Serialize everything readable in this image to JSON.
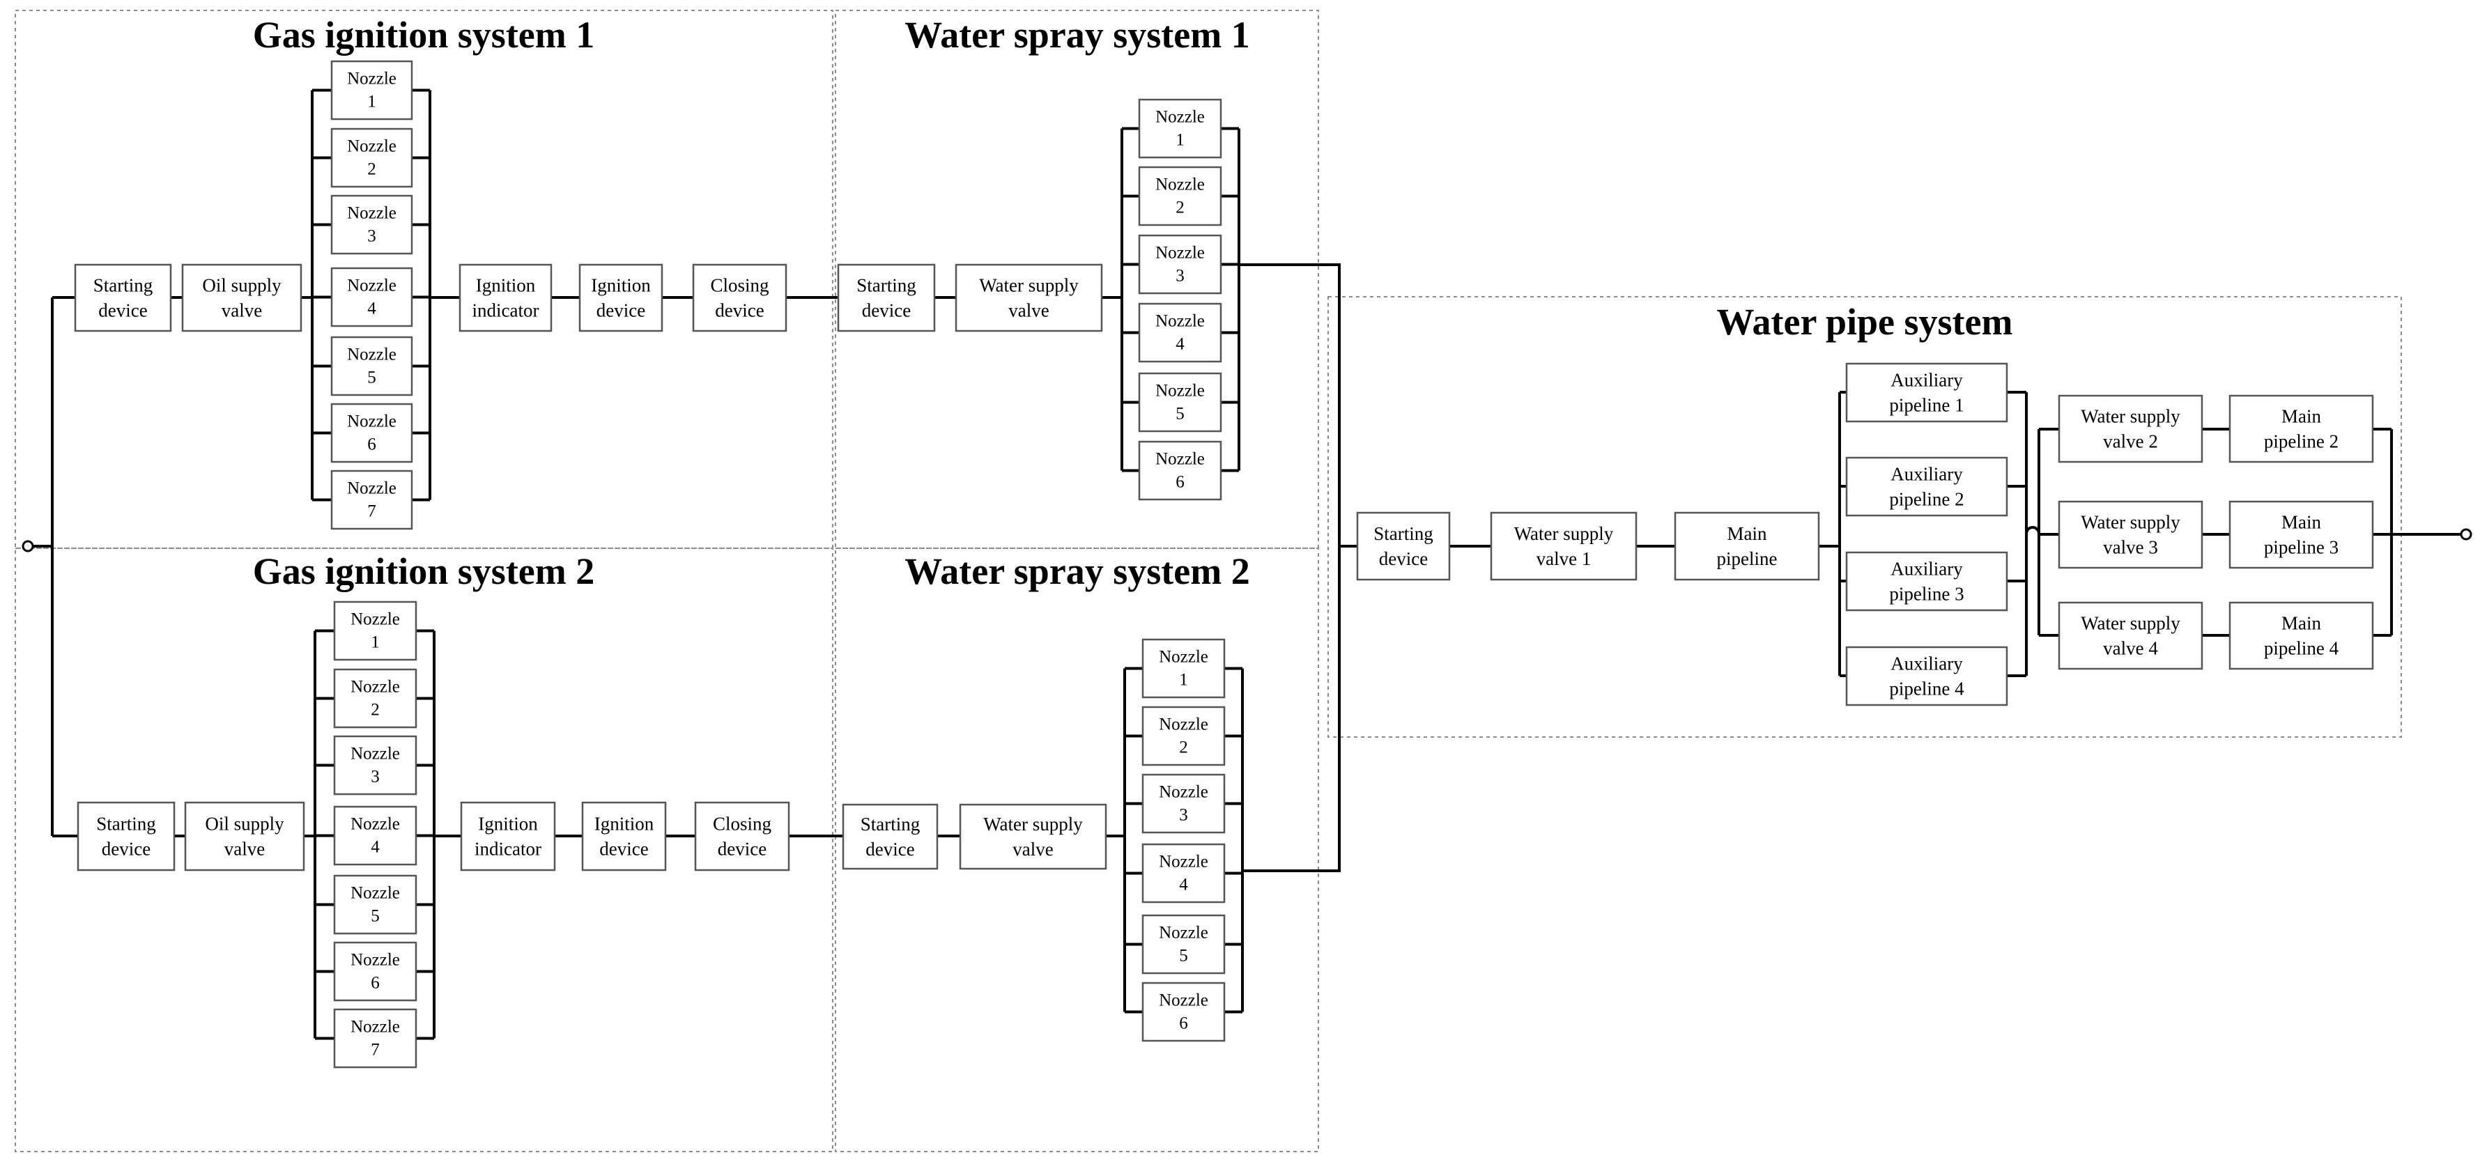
{
  "titles": {
    "gas1": "Gas ignition system 1",
    "gas2": "Gas ignition system 2",
    "spray1": "Water spray system 1",
    "spray2": "Water spray system 2",
    "pipe": "Water pipe system"
  },
  "gas1": {
    "starting": [
      "Starting",
      "device"
    ],
    "oil_valve": [
      "Oil supply",
      "valve"
    ],
    "nozzles": [
      [
        "Nozzle",
        "1"
      ],
      [
        "Nozzle",
        "2"
      ],
      [
        "Nozzle",
        "3"
      ],
      [
        "Nozzle",
        "4"
      ],
      [
        "Nozzle",
        "5"
      ],
      [
        "Nozzle",
        "6"
      ],
      [
        "Nozzle",
        "7"
      ]
    ],
    "indicator": [
      "Ignition",
      "indicator"
    ],
    "ignition": [
      "Ignition",
      "device"
    ],
    "closing": [
      "Closing",
      "device"
    ]
  },
  "gas2": {
    "starting": [
      "Starting",
      "device"
    ],
    "oil_valve": [
      "Oil supply",
      "valve"
    ],
    "nozzles": [
      [
        "Nozzle",
        "1"
      ],
      [
        "Nozzle",
        "2"
      ],
      [
        "Nozzle",
        "3"
      ],
      [
        "Nozzle",
        "4"
      ],
      [
        "Nozzle",
        "5"
      ],
      [
        "Nozzle",
        "6"
      ],
      [
        "Nozzle",
        "7"
      ]
    ],
    "indicator": [
      "Ignition",
      "indicator"
    ],
    "ignition": [
      "Ignition",
      "device"
    ],
    "closing": [
      "Closing",
      "device"
    ]
  },
  "spray1": {
    "starting": [
      "Starting",
      "device"
    ],
    "water_valve": [
      "Water supply",
      "valve"
    ],
    "nozzles": [
      [
        "Nozzle",
        "1"
      ],
      [
        "Nozzle",
        "2"
      ],
      [
        "Nozzle",
        "3"
      ],
      [
        "Nozzle",
        "4"
      ],
      [
        "Nozzle",
        "5"
      ],
      [
        "Nozzle",
        "6"
      ]
    ]
  },
  "spray2": {
    "starting": [
      "Starting",
      "device"
    ],
    "water_valve": [
      "Water supply",
      "valve"
    ],
    "nozzles": [
      [
        "Nozzle",
        "1"
      ],
      [
        "Nozzle",
        "2"
      ],
      [
        "Nozzle",
        "3"
      ],
      [
        "Nozzle",
        "4"
      ],
      [
        "Nozzle",
        "5"
      ],
      [
        "Nozzle",
        "6"
      ]
    ]
  },
  "pipe": {
    "starting": [
      "Starting",
      "device"
    ],
    "valve1": [
      "Water supply",
      "valve 1"
    ],
    "main": [
      "Main",
      "pipeline"
    ],
    "aux": [
      [
        "Auxiliary",
        "pipeline 1"
      ],
      [
        "Auxiliary",
        "pipeline 2"
      ],
      [
        "Auxiliary",
        "pipeline 3"
      ],
      [
        "Auxiliary",
        "pipeline 4"
      ]
    ],
    "valves": [
      [
        "Water supply",
        "valve 2"
      ],
      [
        "Water supply",
        "valve 3"
      ],
      [
        "Water supply",
        "valve 4"
      ]
    ],
    "mains": [
      [
        "Main",
        "pipeline 2"
      ],
      [
        "Main",
        "pipeline 3"
      ],
      [
        "Main",
        "pipeline 4"
      ]
    ]
  }
}
